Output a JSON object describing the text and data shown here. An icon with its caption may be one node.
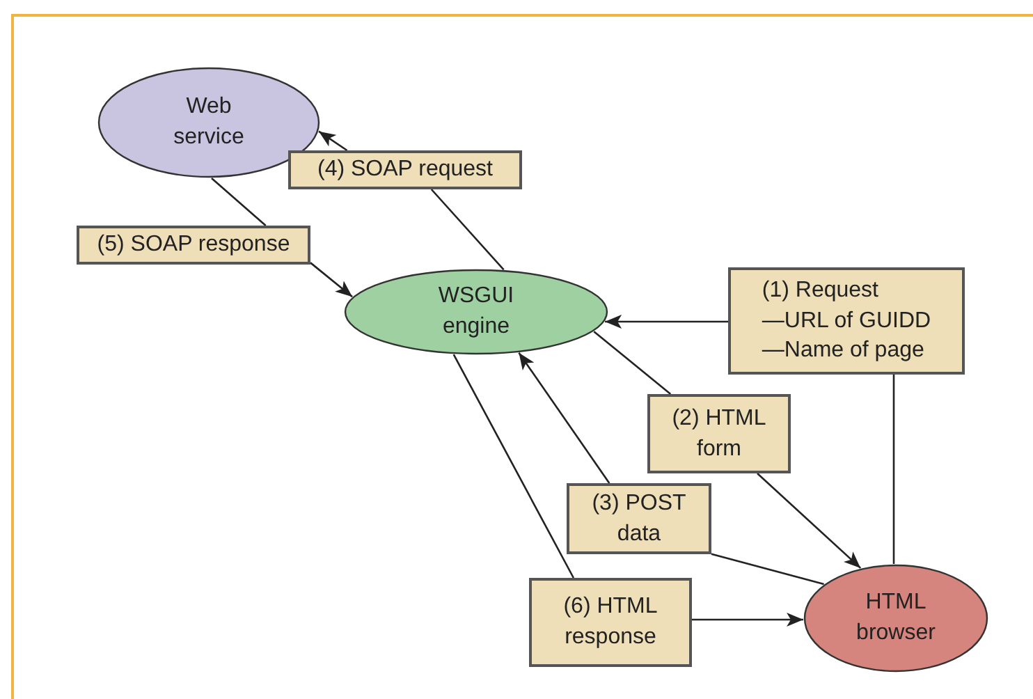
{
  "diagram": {
    "nodes": [
      {
        "text": [
          "Web service"
        ]
      },
      {
        "text": [
          "(4) SOAP request"
        ]
      },
      {
        "text": [
          "(5) SOAP response"
        ]
      },
      {
        "text": [
          "WSGUI engine"
        ]
      },
      {
        "text": [
          "(1) Request",
          "—URL of GUIDD",
          "—Name of page"
        ]
      },
      {
        "text": [
          "(2) HTML form"
        ]
      },
      {
        "text": [
          "(3) POST data"
        ]
      },
      {
        "text": [
          "(6) HTML response"
        ]
      },
      {
        "text": [
          "HTML browser"
        ]
      }
    ],
    "edges": [
      {
        "from": 8,
        "to": 4,
        "arrow": "none"
      },
      {
        "from": 4,
        "to": 3,
        "arrow": "to"
      },
      {
        "from": 3,
        "to": 5,
        "arrow": "none"
      },
      {
        "from": 5,
        "to": 8,
        "arrow": "to"
      },
      {
        "from": 8,
        "to": 6,
        "arrow": "none"
      },
      {
        "from": 6,
        "to": 3,
        "arrow": "to"
      },
      {
        "from": 3,
        "to": 7,
        "arrow": "none"
      },
      {
        "from": 7,
        "to": 8,
        "arrow": "to"
      },
      {
        "from": 3,
        "to": 1,
        "arrow": "none"
      },
      {
        "from": 1,
        "to": 0,
        "arrow": "to"
      },
      {
        "from": 0,
        "to": 2,
        "arrow": "none"
      },
      {
        "from": 2,
        "to": 3,
        "arrow": "to"
      }
    ]
  }
}
